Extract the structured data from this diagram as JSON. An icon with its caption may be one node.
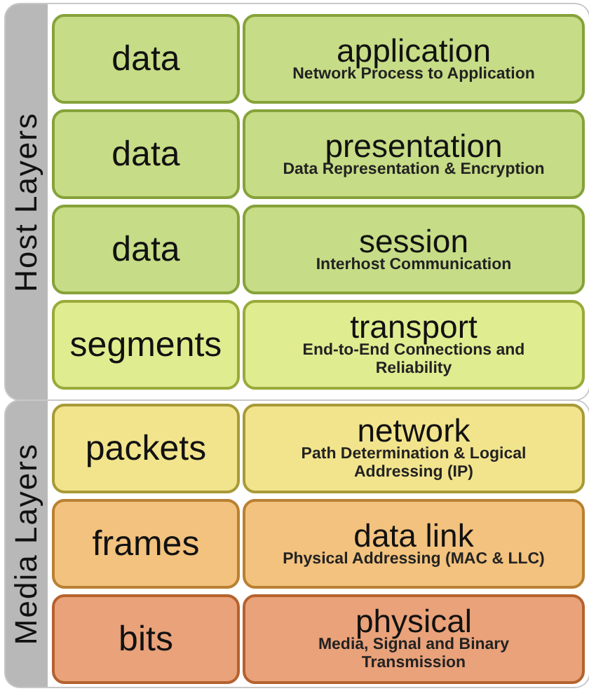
{
  "diagram": {
    "nodes": [
      {
        "text": [
          "Host Layers"
        ]
      },
      {
        "text": [
          "data"
        ],
        "in": 0
      },
      {
        "text": [
          "application",
          "Network Process to Application"
        ],
        "in": 0
      },
      {
        "text": [
          "data"
        ],
        "in": 0
      },
      {
        "text": [
          "presentation",
          "Data Representation & Encryption"
        ],
        "in": 0
      },
      {
        "text": [
          "data"
        ],
        "in": 0
      },
      {
        "text": [
          "session",
          "Interhost Communication"
        ],
        "in": 0
      },
      {
        "text": [
          "segments"
        ],
        "in": 0
      },
      {
        "text": [
          "transport",
          "End-to-End Connections and Reliability"
        ],
        "in": 0
      },
      {
        "text": [
          "Media Layers"
        ]
      },
      {
        "text": [
          "packets"
        ],
        "in": 9
      },
      {
        "text": [
          "network",
          "Path Determination & Logical Addressing (IP)"
        ],
        "in": 9
      },
      {
        "text": [
          "frames"
        ],
        "in": 9
      },
      {
        "text": [
          "data link",
          "Physical Addressing (MAC & LLC)"
        ],
        "in": 9
      },
      {
        "text": [
          "bits"
        ],
        "in": 9
      },
      {
        "text": [
          "physical",
          "Media, Signal and Binary Transmission"
        ],
        "in": 9
      }
    ]
  }
}
